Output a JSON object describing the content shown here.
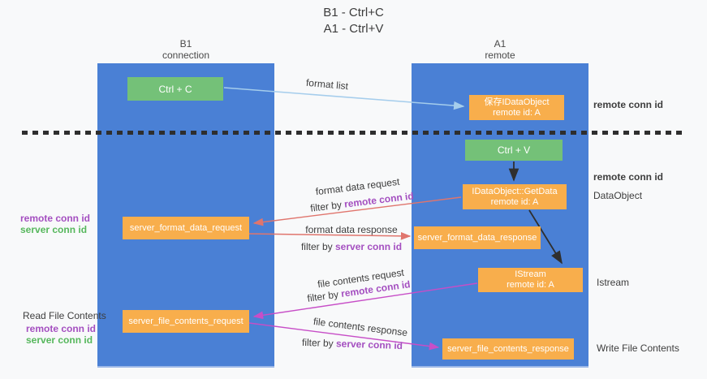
{
  "title": {
    "line1": "B1 - Ctrl+C",
    "line2": "A1 - Ctrl+V"
  },
  "columns": {
    "left": {
      "name": "B1",
      "role": "connection"
    },
    "right": {
      "name": "A1",
      "role": "remote"
    }
  },
  "nodes": {
    "ctrl_c": {
      "label": "Ctrl + C"
    },
    "ctrl_v": {
      "label": "Ctrl + V"
    },
    "save_idataobject": {
      "line1": "保存IDataObject",
      "line2": "remote id: A"
    },
    "idataobject_getdata": {
      "line1": "IDataObject::GetData",
      "line2": "remote id: A"
    },
    "istream": {
      "line1": "IStream",
      "line2": "remote id: A"
    },
    "server_format_data_request": {
      "label": "server_format_data_request"
    },
    "server_format_data_response": {
      "label": "server_format_data_response"
    },
    "server_file_contents_request": {
      "label": "server_file_contents_request"
    },
    "server_file_contents_response": {
      "label": "server_file_contents_response"
    }
  },
  "edge_labels": {
    "format_list": "format list",
    "format_data_request": "format data request",
    "format_data_response": "format data response",
    "file_contents_request": "file contents request",
    "file_contents_response": "file contents response"
  },
  "terms": {
    "filter_by": "filter by",
    "remote_conn_id": "remote conn id",
    "server_conn_id": "server conn id"
  },
  "side_labels": {
    "read_file_contents": "Read File Contents",
    "write_file_contents": "Write File Contents",
    "dataobject": "DataObject",
    "istream": "Istream"
  },
  "colors": {
    "column_blue": "#4a80d5",
    "node_orange": "#f8ae4c",
    "node_green": "#74c178",
    "arrow_blue": "#a5cdec",
    "arrow_red": "#e0756d",
    "arrow_magenta": "#c74ec7",
    "arrow_black": "#2f2f2f",
    "text_purple": "#a44fc0",
    "text_green": "#56b75c"
  }
}
